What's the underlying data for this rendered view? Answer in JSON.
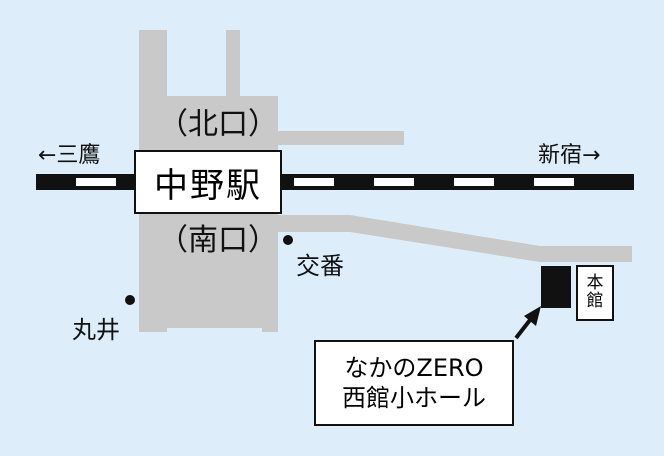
{
  "map": {
    "station_name": "中野駅",
    "north_exit": "（北口）",
    "south_exit": "（南口）",
    "direction_west": "←三鷹",
    "direction_east": "新宿→",
    "koban": "交番",
    "marui": "丸井",
    "honkan_line1": "本",
    "honkan_line2": "館",
    "venue_line1": "なかのZERO",
    "venue_line2": "西館小ホール"
  },
  "colors": {
    "background": "#ddeefa",
    "road": "#c9c9c9",
    "rail_dark": "#111111",
    "rail_light": "#ffffff",
    "venue_block": "#111111"
  }
}
